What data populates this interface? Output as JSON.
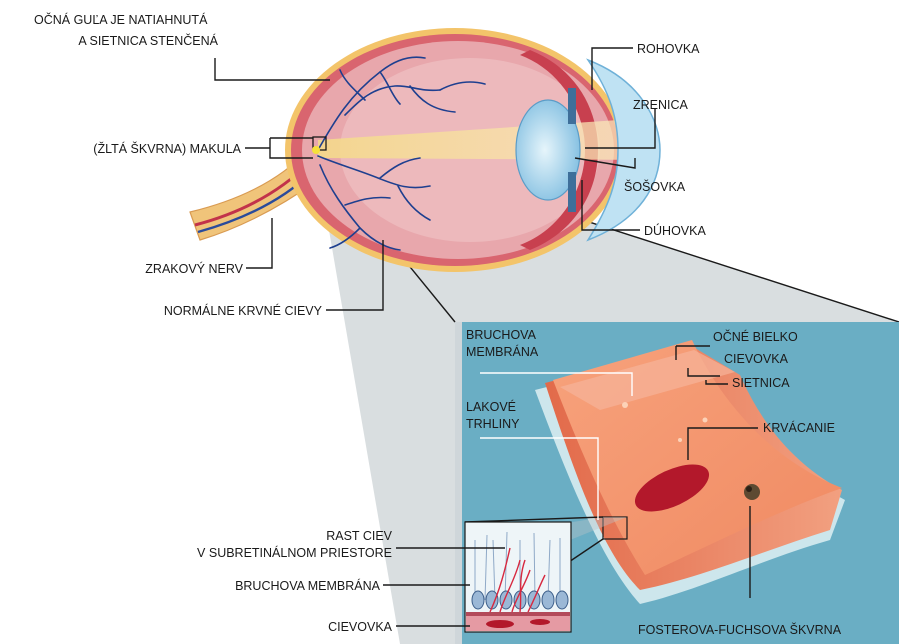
{
  "labels": {
    "elongated_1": "OČNÁ GUĽA JE NATIAHNUTÁ",
    "elongated_2": "A SIETNICA STENČENÁ",
    "macula": "(ŽLTÁ ŠKVRNA) MAKULA",
    "optic_nerve": "ZRAKOVÝ NERV",
    "normal_vessels": "NORMÁLNE KRVNÉ CIEVY",
    "cornea": "ROHOVKA",
    "pupil": "ZRENICA",
    "lens": "ŠOŠOVKA",
    "iris": "DÚHOVKA",
    "bruch_1": "BRUCHOVA",
    "bruch_2": "MEMBRÁNA",
    "sclera": "OČNÉ BIELKO",
    "choroid": "CIEVOVKA",
    "retina": "SIETNICA",
    "lacquer_1": "LAKOVÉ",
    "lacquer_2": "TRHLINY",
    "hemorrhage": "KRVÁCANIE",
    "growth_1": "RAST CIEV",
    "growth_2": "V SUBRETINÁLNOM PRIESTORE",
    "bruch_membrane": "BRUCHOVA MEMBRÁNA",
    "choroid_bottom": "CIEVOVKA",
    "fuchs_spot": "FOSTEROVA-FUCHSOVA ŠKVRNA"
  },
  "colors": {
    "eyeball": "#e8a7ac",
    "eyeball_inner": "#efc0c3",
    "sclera_edge": "#f0c96a",
    "vessel": "#1e3f8f",
    "light_beam": "#f7dfa2",
    "cornea": "#8ec9e8",
    "panel_bg": "#6aaec4",
    "panel_frame": "#cfd6da",
    "retina_slab": "#f29570",
    "hemorrhage": "#b3182b"
  }
}
